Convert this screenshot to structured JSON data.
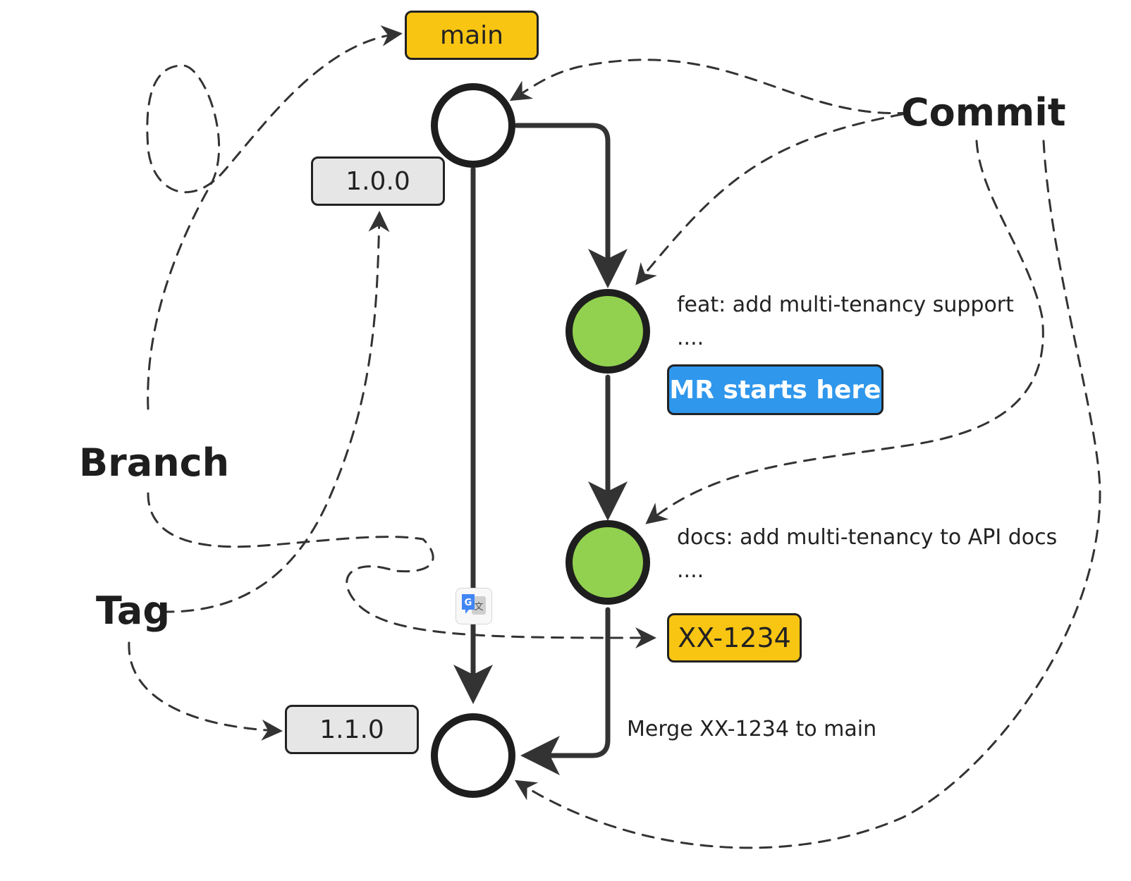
{
  "colors": {
    "branch": "#f9c513",
    "tag": "#e6e6e6",
    "commit_feature": "#92d14f",
    "commit_main": "#ffffff",
    "mr_badge": "#2f97ec",
    "stroke": "#222222"
  },
  "concepts": {
    "commit": "Commit",
    "branch": "Branch",
    "tag": "Tag"
  },
  "branches": {
    "main": "main",
    "feature": "XX-1234"
  },
  "tags": {
    "first": "1.0.0",
    "second": "1.1.0"
  },
  "commits": {
    "feat": {
      "message": "feat: add multi-tenancy support",
      "ellipsis": "...."
    },
    "docs": {
      "message": "docs: add multi-tenancy to API docs",
      "ellipsis": "...."
    },
    "merge": {
      "message": "Merge XX-1234 to main"
    }
  },
  "badge": {
    "mr": "MR starts here"
  },
  "icons": {
    "translate": "google-translate-icon"
  }
}
